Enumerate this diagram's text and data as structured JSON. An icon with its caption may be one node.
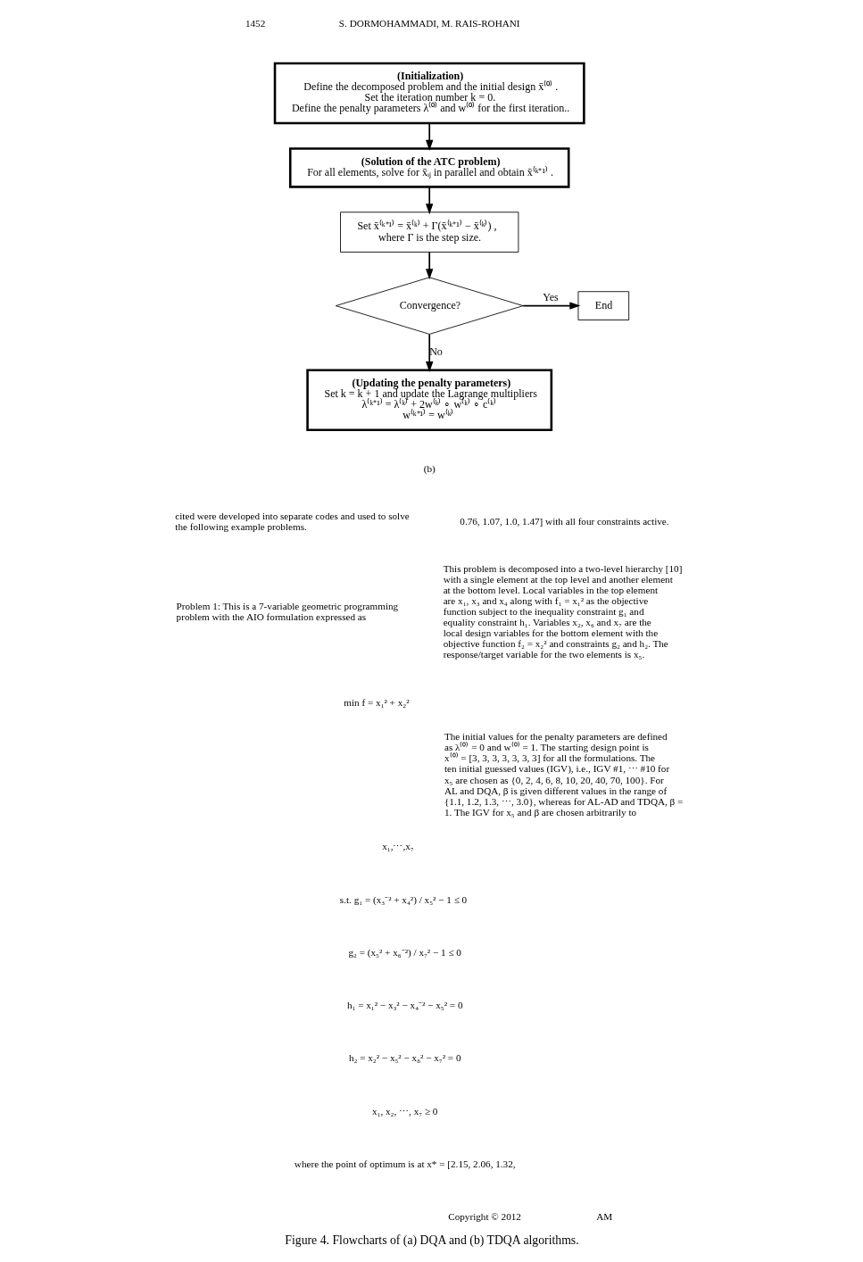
{
  "diagram": {
    "caption": "Figure 4. Flowcharts of (a) DQA and (b) TDQA algorithms.",
    "nodes": [
      {
        "text": [
          "(Initialization)",
          "Define the decomposed problem and the initial design x̄⁽⁰⁾ .",
          "Set the iteration number k = 0.",
          "Define the penalty parameters λ⁽⁰⁾ and w⁽⁰⁾ for the first iteration.."
        ]
      },
      {
        "text": [
          "(Solution of the ATC problem)",
          "For all elements, solve for x̄ᵢⱼ in parallel and obtain x̄⁽ᵏ⁺¹⁾ ."
        ]
      },
      {
        "text": [
          "Set x̄⁽ᵏ⁺¹⁾ = x̄⁽ᵏ⁾ + Γ(x̄⁽ᵏ⁺¹⁾ − x̄⁽ᵏ⁾) ,",
          "where Γ is the step size."
        ]
      },
      {
        "text": [
          "Convergence?"
        ]
      },
      {
        "text": [
          "End"
        ]
      },
      {
        "text": [
          "(Updating the penalty parameters)",
          "Set k = k + 1 and update the Lagrange multipliers",
          "λ⁽ᵏ⁺¹⁾ = λ⁽ᵏ⁾ + 2w⁽ᵏ⁾ ∘ w⁽ᵏ⁾ ∘ c⁽ᵏ⁾",
          "w⁽ᵏ⁺¹⁾ = w⁽ᵏ⁾"
        ]
      }
    ],
    "edges": [
      {
        "from": 0,
        "to": 1,
        "arrow": "to"
      },
      {
        "from": 1,
        "to": 2,
        "arrow": "to"
      },
      {
        "from": 2,
        "to": 3,
        "arrow": "to"
      },
      {
        "from": 3,
        "to": 4,
        "arrow": "to",
        "label": "Yes"
      },
      {
        "from": 3,
        "to": 5,
        "arrow": "to",
        "label": "No"
      }
    ],
    "labels": [
      "1452",
      "S. DORMOHAMMADI, M. RAIS-ROHANI",
      "(b)",
      "cited were developed into separate codes and used to solve the following example problems.",
      "Problem 1: This is a 7-variable geometric programming problem with the AIO formulation expressed as",
      "min f = x₁² + x₂²",
      "x₁,⋯,x₇",
      "s.t. g₁ = (x₃⁻² + x₄²) / x₅² − 1 ≤ 0",
      "g₂ = (x₅² + x₆⁻²) / x₇² − 1 ≤ 0",
      "h₁ = x₁² − x₃² − x₄⁻² − x₅² = 0",
      "h₂ = x₂² − x₅² − x₆² − x₇² = 0",
      "x₁, x₂, ⋯, x₇ ≥ 0",
      "where the point of optimum is at x* = [2.15, 2.06, 1.32,",
      "0.76, 1.07, 1.0, 1.47] with all four constraints active.",
      "This problem is decomposed into a two-level hierarchy [10] with a single element at the top level and another element at the bottom level. Local variables in the top element are x₁, x₃ and x₄ along with f₁ = x₁² as the objective function subject to the inequality constraint g₁ and equality constraint h₁. Variables x₂, x₆ and x₇ are the local design variables for the bottom element with the objective function f₂ = x₂² and constraints g₂ and h₂. The response/target variable for the two elements is x₅.",
      "The initial values for the penalty parameters are defined as λ⁽⁰⁾ = 0 and w⁽⁰⁾ = 1. The starting design point is x⁽⁰⁾ = [3, 3, 3, 3, 3, 3, 3] for all the formulations. The ten initial guessed values (IGV), i.e., IGV #1, ⋯ #10 for x₅ are chosen as {0, 2, 4, 6, 8, 10, 20, 40, 70, 100}. For AL and DQA, β is given different values in the range of {1.1, 1.2, 1.3, ⋯, 3.0}, whereas for AL-AD and TDQA, β = 1. The IGV for x₅ and β are chosen arbitrarily to",
      "Copyright © 2012",
      "AM"
    ]
  }
}
